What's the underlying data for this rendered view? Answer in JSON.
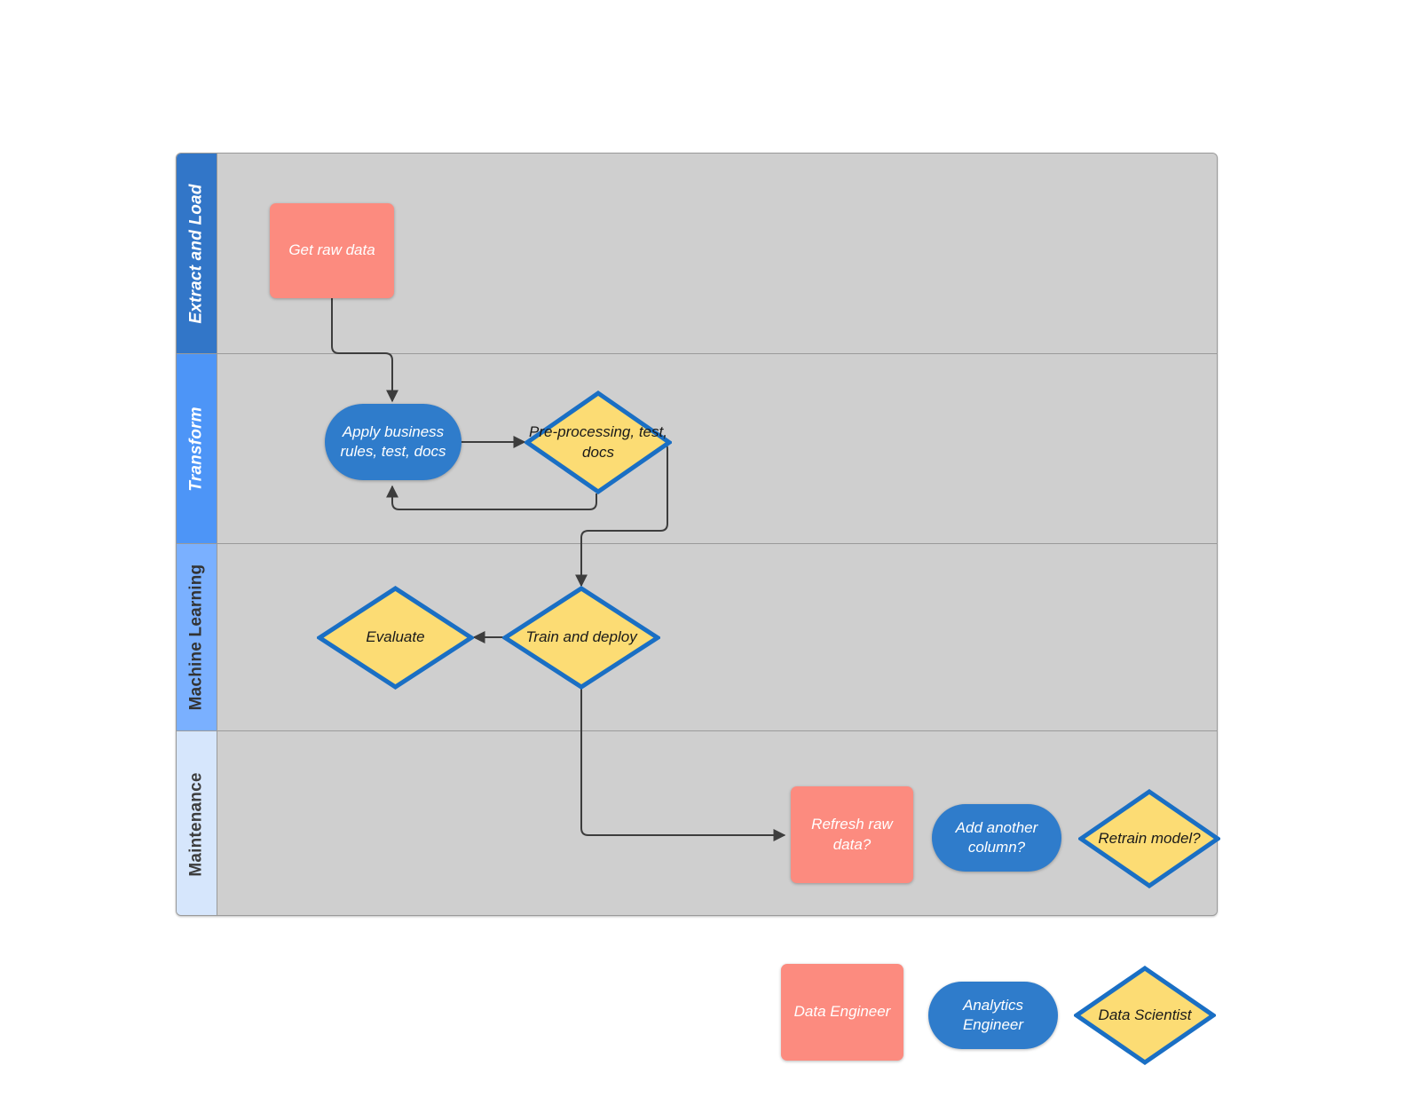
{
  "diagram": {
    "title": "",
    "type": "swimlane-flowchart",
    "colors": {
      "lane_body": "#cfcfcf",
      "lane_border": "#9a9a9a",
      "data_engineer_fill": "#fc8b7f",
      "analytics_engineer_fill": "#2f7ccb",
      "data_scientist_fill": "#fcdc74",
      "data_scientist_stroke": "#1a6fc4",
      "connector": "#3d3d3d"
    },
    "lanes": [
      {
        "id": "extract-and-load",
        "label": "Extract and Load",
        "header_fill": "#3276c8",
        "header_text": "#ffffff",
        "italic": true
      },
      {
        "id": "transform",
        "label": "Transform",
        "header_fill": "#4d95f7",
        "header_text": "#ffffff",
        "italic": true
      },
      {
        "id": "machine-learning",
        "label": "Machine Learning",
        "header_fill": "#7ab0ff",
        "header_text": "#333333",
        "italic": false
      },
      {
        "id": "maintenance",
        "label": "Maintenance",
        "header_fill": "#d6e6fc",
        "header_text": "#3d3d3d",
        "italic": false
      }
    ],
    "nodes": [
      {
        "id": "get-raw-data",
        "label": "Get raw data",
        "shape": "rect",
        "role": "Data Engineer",
        "lane": "extract-and-load"
      },
      {
        "id": "apply-business-rules",
        "label": "Apply business rules, test, docs",
        "shape": "stadium",
        "role": "Analytics Engineer",
        "lane": "transform"
      },
      {
        "id": "pre-processing",
        "label": "Pre-processing, test, docs",
        "shape": "diamond",
        "role": "Data Scientist",
        "lane": "transform"
      },
      {
        "id": "evaluate",
        "label": "Evaluate",
        "shape": "diamond",
        "role": "Data Scientist",
        "lane": "machine-learning"
      },
      {
        "id": "train-and-deploy",
        "label": "Train and deploy",
        "shape": "diamond",
        "role": "Data Scientist",
        "lane": "machine-learning"
      },
      {
        "id": "refresh-raw-data",
        "label": "Refresh raw data?",
        "shape": "rect",
        "role": "Data Engineer",
        "lane": "maintenance"
      },
      {
        "id": "add-another-column",
        "label": "Add another column?",
        "shape": "stadium",
        "role": "Analytics Engineer",
        "lane": "maintenance"
      },
      {
        "id": "retrain-model",
        "label": "Retrain model?",
        "shape": "diamond",
        "role": "Data Scientist",
        "lane": "maintenance"
      }
    ],
    "edges": [
      {
        "from": "get-raw-data",
        "to": "apply-business-rules"
      },
      {
        "from": "apply-business-rules",
        "to": "pre-processing"
      },
      {
        "from": "pre-processing",
        "to": "apply-business-rules"
      },
      {
        "from": "pre-processing",
        "to": "train-and-deploy"
      },
      {
        "from": "train-and-deploy",
        "to": "evaluate"
      },
      {
        "from": "train-and-deploy",
        "to": "refresh-raw-data"
      }
    ]
  },
  "legend": {
    "title": "",
    "items": [
      {
        "id": "data-engineer",
        "label": "Data Engineer",
        "shape": "rect"
      },
      {
        "id": "analytics-engineer",
        "label": "Analytics Engineer",
        "shape": "stadium"
      },
      {
        "id": "data-scientist",
        "label": "Data Scientist",
        "shape": "diamond"
      }
    ]
  }
}
